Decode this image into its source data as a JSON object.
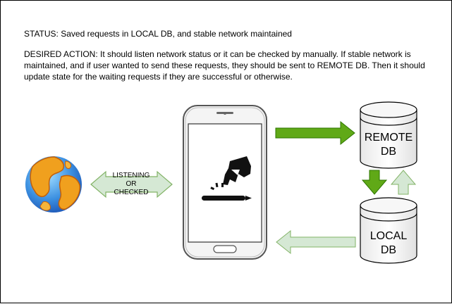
{
  "status_text": "STATUS: Saved requests in LOCAL DB, and stable network maintained",
  "desired_action_text": "DESIRED ACTION: It should listen network status or it can be checked by manually. If stable network is maintained, and if user wanted to send these requests, they should be sent to REMOTE DB. Then it should update state for the waiting requests if they are successful or otherwise.",
  "network_arrow": {
    "line1": "LISTENING",
    "line2": "OR",
    "line3": "CHECKED",
    "fill_color": "#d5e8d4",
    "stroke_color": "#82b366"
  },
  "remote_db": {
    "line1": "REMOTE",
    "line2": "DB"
  },
  "local_db": {
    "line1": "LOCAL",
    "line2": "DB"
  },
  "colors": {
    "strong_arrow": "#60a917",
    "strong_arrow_stroke": "#2d7600",
    "light_arrow": "#d5e8d4",
    "light_arrow_stroke": "#82b366"
  },
  "icons": {
    "globe": "globe-icon",
    "phone": "smartphone-icon",
    "touch": "touch-hand-icon"
  }
}
